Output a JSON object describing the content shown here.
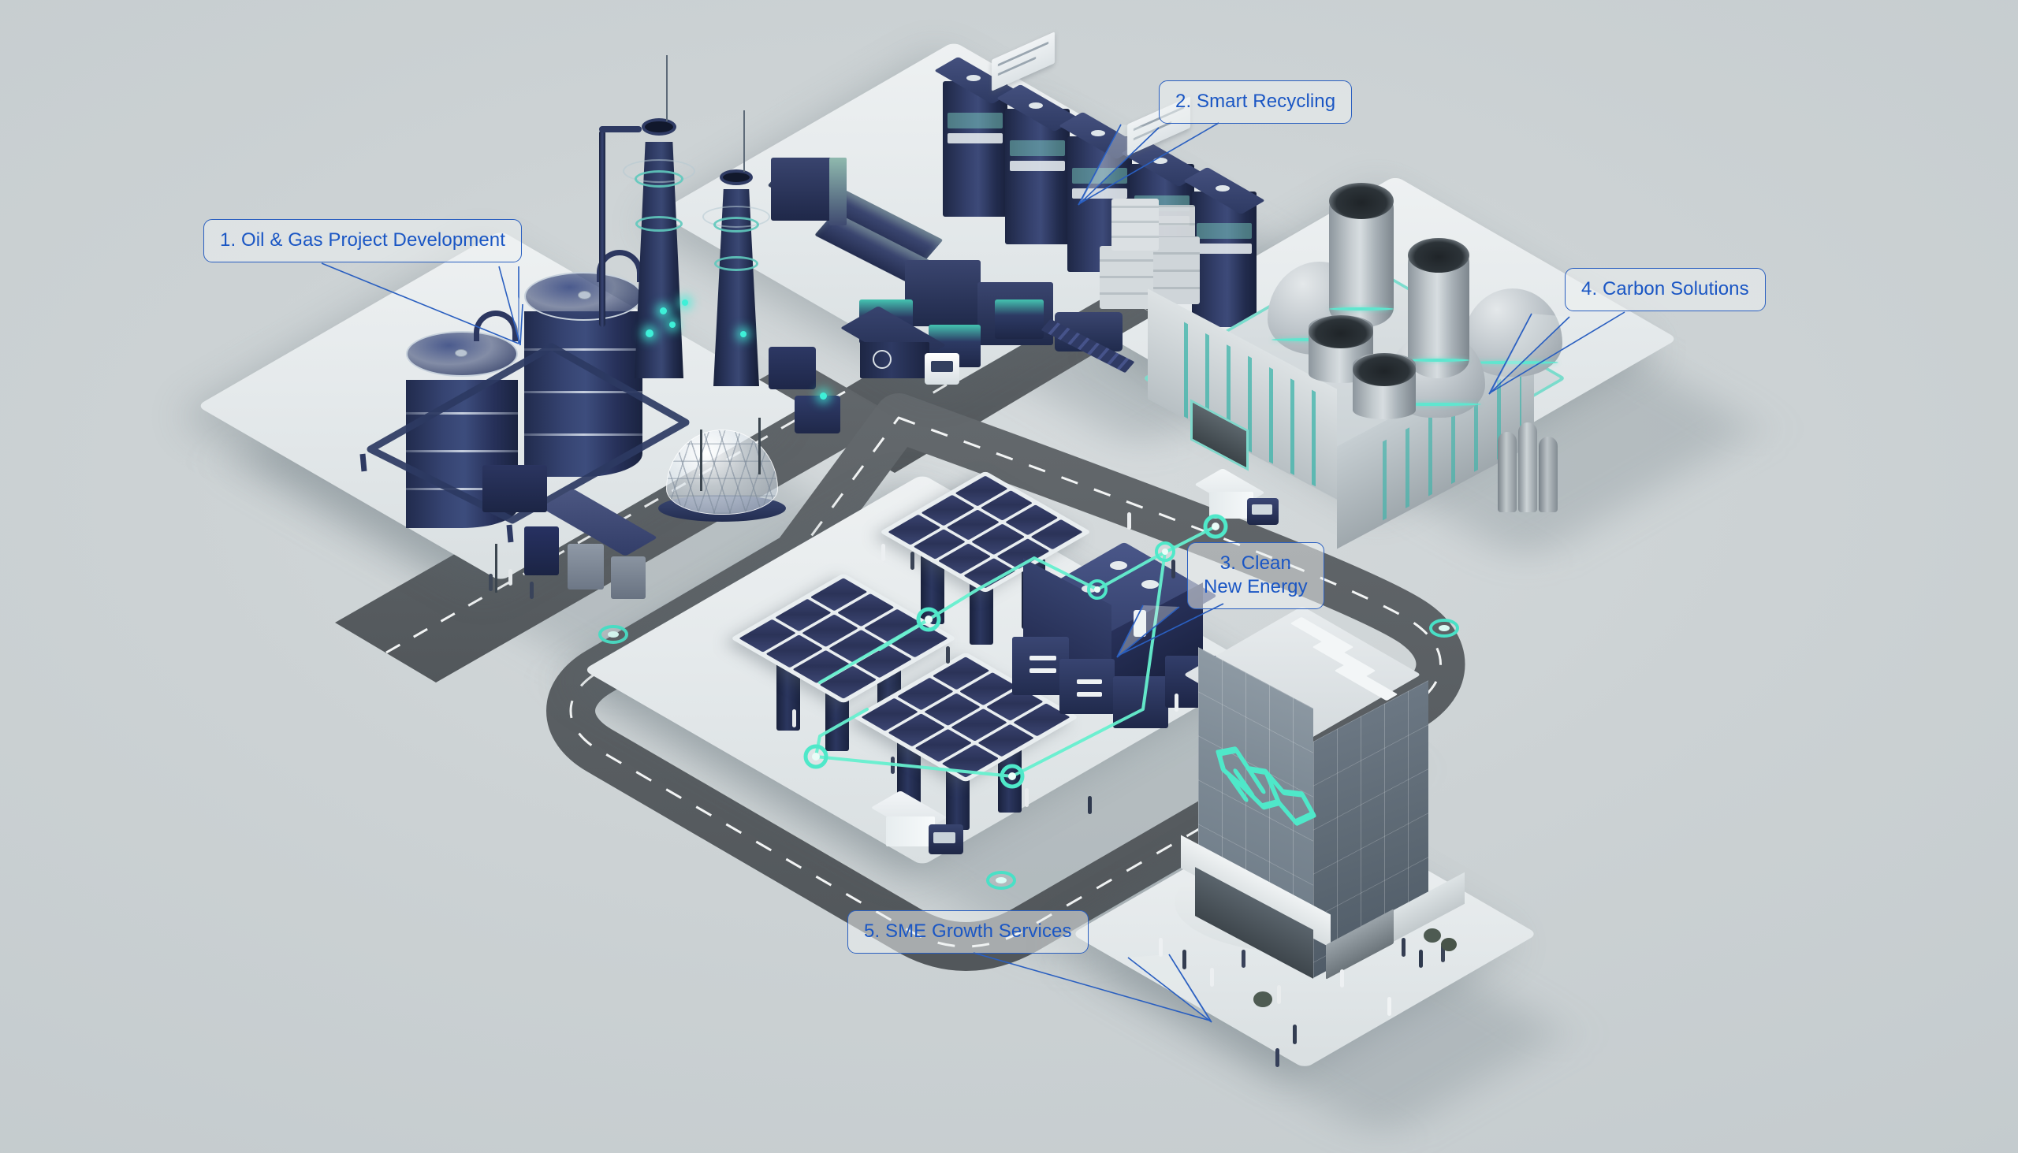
{
  "scene": {
    "title": "Integrated Energy & Sustainability City",
    "style": "isometric 3D illustration",
    "background_color": "#ccd2d4",
    "accent_navy": "#2b3760",
    "accent_teal": "#5fe6cf",
    "accent_label_blue": "#1a56c4",
    "road_color": "#595e62"
  },
  "callouts": [
    {
      "id": "c1",
      "number": "1",
      "label": "1. Oil & Gas Project Development",
      "lines": 1,
      "tail": "down-right",
      "district": "oil-gas"
    },
    {
      "id": "c2",
      "number": "2",
      "label": "2. Smart Recycling",
      "lines": 1,
      "tail": "down-left",
      "district": "recycling"
    },
    {
      "id": "c3",
      "number": "3",
      "label": "3. Clean\nNew Energy",
      "lines": 2,
      "tail": "down-left",
      "district": "clean-energy"
    },
    {
      "id": "c4",
      "number": "4",
      "label": "4. Carbon Solutions",
      "lines": 1,
      "tail": "down-left",
      "district": "carbon"
    },
    {
      "id": "c5",
      "number": "5",
      "label": "5. SME Growth Services",
      "lines": 1,
      "tail": "down-right",
      "district": "sme"
    }
  ],
  "districts": {
    "oil_gas": {
      "name": "Oil & Gas Project Development",
      "elements": [
        "storage-tank-large",
        "storage-tank-small",
        "distillation-column-tall",
        "distillation-column-short",
        "geodesic-dome",
        "pipe-rack",
        "process-units",
        "refinery-skid",
        "street-lamps",
        "workers"
      ],
      "tank_count": 2,
      "column_count": 2
    },
    "recycling": {
      "name": "Smart Recycling",
      "elements": [
        "sorting-silo",
        "conveyor-belt",
        "sorting-station",
        "baled-waste-stack",
        "recycling-truck",
        "loader",
        "signboard"
      ],
      "silo_count": 5,
      "bale_stacks": 4
    },
    "clean_energy": {
      "name": "Clean New Energy",
      "elements": [
        "solar-canopy",
        "ev-charging-station",
        "battery-storage-cluster",
        "energy-flow-line",
        "energy-node",
        "pedestrians"
      ],
      "solar_canopy_count": 3,
      "panel_grid": "4 x 3",
      "energy_node_count": 6
    },
    "carbon": {
      "name": "Carbon Solutions",
      "elements": [
        "capture-dome",
        "capture-cylinder",
        "exhaust-stack",
        "concrete-plant-building",
        "teal-accent-stripe",
        "pipe-bundle",
        "service-truck"
      ],
      "dome_count": 3,
      "cylinder_count": 4
    },
    "sme": {
      "name": "SME Growth Services",
      "elements": [
        "glass-office-tower",
        "handshake-logo",
        "entrance-canopy",
        "plaza",
        "pedestrians",
        "shrubs"
      ],
      "logo": "handshake-icon",
      "floors": 9
    }
  },
  "roads": {
    "description": "Dark asphalt loop with white dashed centre lines and rounded corners linking five districts",
    "dash_color": "#f2f4f4"
  }
}
